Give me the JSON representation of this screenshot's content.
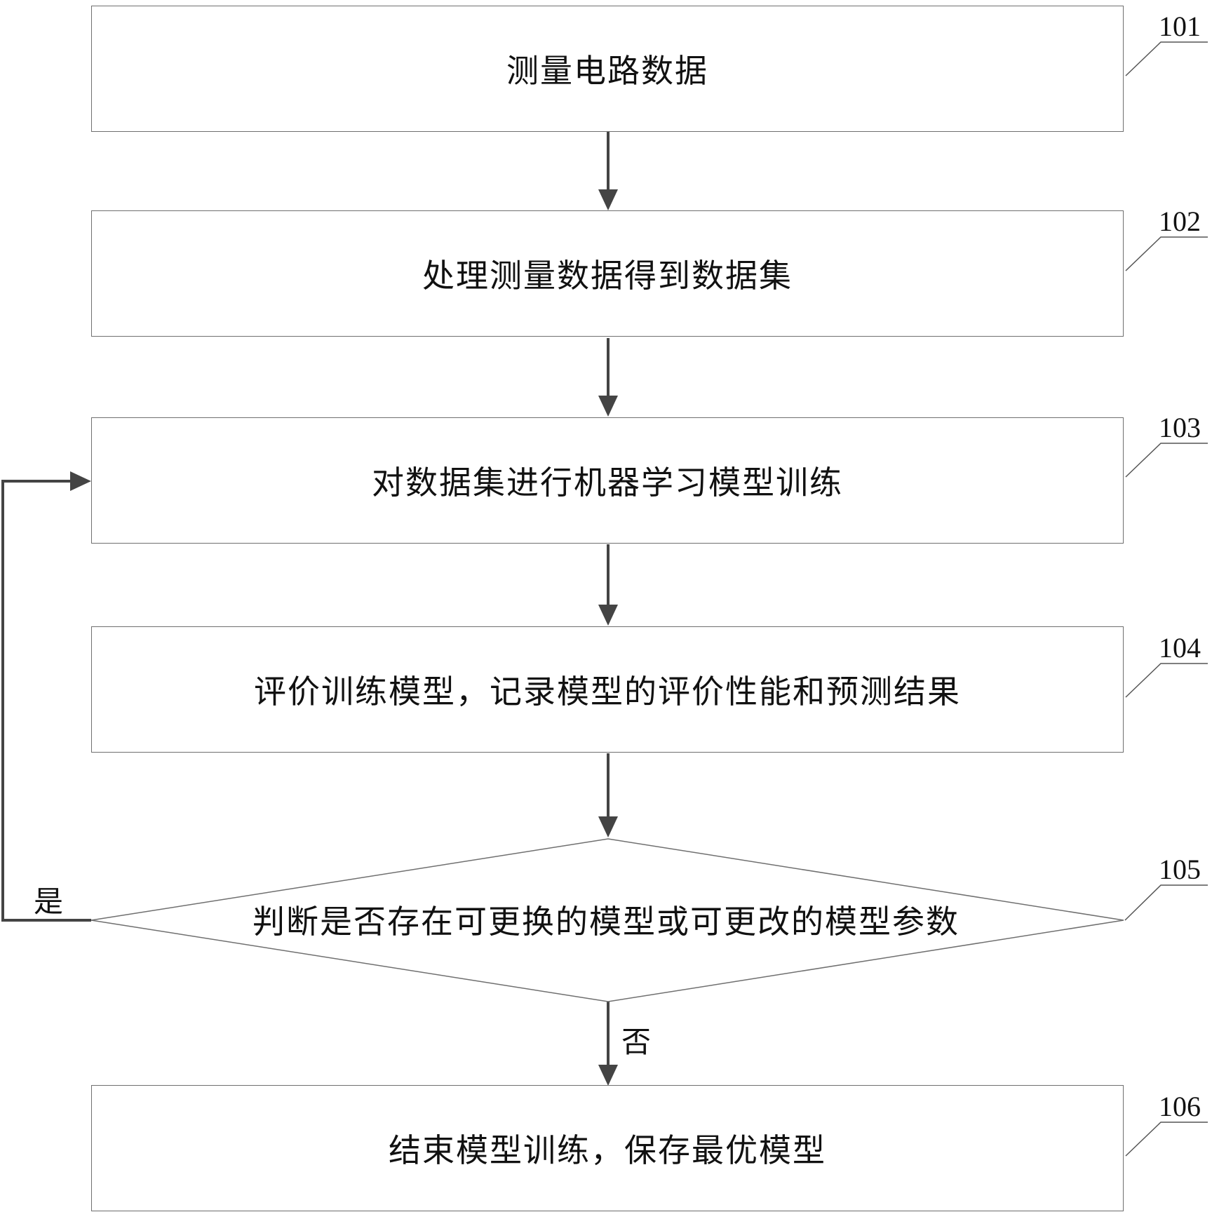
{
  "steps": [
    {
      "id": "101",
      "text": "测量电路数据"
    },
    {
      "id": "102",
      "text": "处理测量数据得到数据集"
    },
    {
      "id": "103",
      "text": "对数据集进行机器学习模型训练"
    },
    {
      "id": "104",
      "text": "评价训练模型，记录模型的评价性能和预测结果"
    },
    {
      "id": "105",
      "text": "判断是否存在可更换的模型或可更改的模型参数"
    },
    {
      "id": "106",
      "text": "结束模型训练，保存最优模型"
    }
  ],
  "branches": {
    "yes": "是",
    "no": "否"
  }
}
